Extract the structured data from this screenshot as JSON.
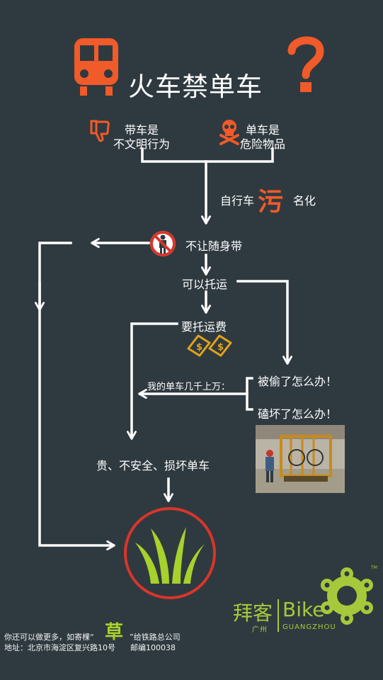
{
  "title": "火车禁单车",
  "reasons": {
    "left": [
      "带车是",
      "不文明行为"
    ],
    "right": [
      "单车是",
      "危险物品"
    ]
  },
  "stigma_label": {
    "before": "自行车",
    "mark": "污",
    "after": "名化"
  },
  "steps": {
    "no_carry": "不让随身带",
    "can_ship": "可以托运",
    "pay_ship": "要托运费",
    "stolen": "被偷了怎么办！",
    "damaged": "磕坏了怎么办！",
    "worth": "我的单车几千上万：",
    "result": "贵、不安全、损坏单车"
  },
  "footer": {
    "line1_before": "你还可以做更多，如寄棵“",
    "line1_char": "草",
    "line1_after": "”给铁路总公司",
    "line2": "地址：北京市海淀区复兴路10号      邮编100038"
  },
  "brand": {
    "name_cn": "拜客",
    "name_en": "Bike",
    "city_cn": "广州",
    "city_en": "GUANGZHOU",
    "tm": "TM"
  },
  "colors": {
    "background": "#2f3a40",
    "accent_orange": "#f15a29",
    "no_sign_red": "#d9352a",
    "grass_green": "#a7d12b",
    "brand_green": "#a5c93a",
    "money_gold": "#e3a21a"
  },
  "icons": [
    "train-icon",
    "question-mark-icon",
    "thumbs-down-icon",
    "skull-crossbones-icon",
    "no-person-icon",
    "money-icon",
    "grass-icon",
    "bike-chain-logo-icon"
  ]
}
